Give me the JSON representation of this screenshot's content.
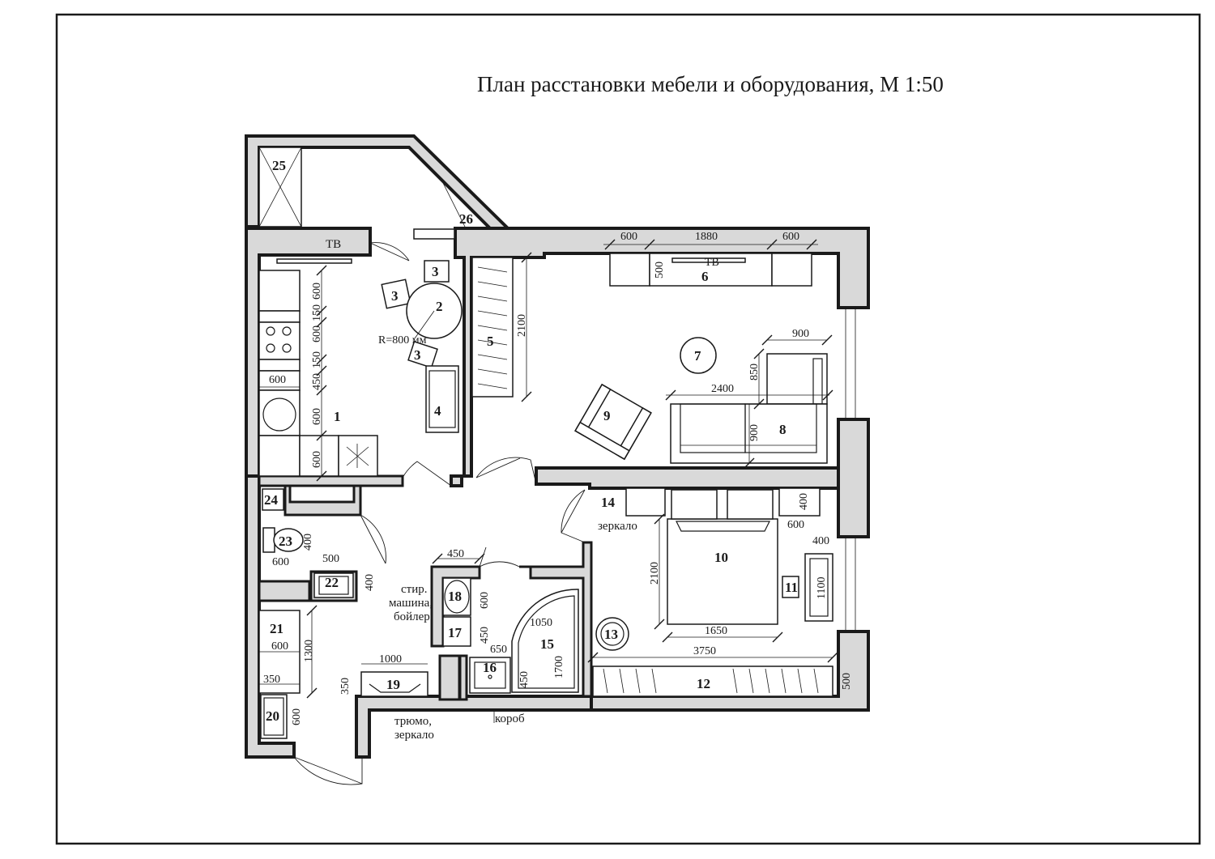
{
  "title": "План расстановки мебели и оборудования, М 1:50",
  "numbers": {
    "n1": "1",
    "n2": "2",
    "n3a": "3",
    "n3b": "3",
    "n3c": "3",
    "n4": "4",
    "n5": "5",
    "n6": "6",
    "n7": "7",
    "n8": "8",
    "n9": "9",
    "n10": "10",
    "n11": "11",
    "n12": "12",
    "n13": "13",
    "n14": "14",
    "n15": "15",
    "n16": "16",
    "n17": "17",
    "n18": "18",
    "n19": "19",
    "n20": "20",
    "n21": "21",
    "n22": "22",
    "n23": "23",
    "n24": "24",
    "n25": "25",
    "n26": "26"
  },
  "notes": {
    "tv_kitchen": "ТВ",
    "tv_living": "ТВ",
    "radius": "R=800 мм",
    "mirror": "зеркало",
    "washer_1": "стир.",
    "washer_2": "машина,",
    "washer_3": "бойлер",
    "trumo_1": "трюмо,",
    "trumo_2": "зеркало",
    "box": "короб"
  },
  "dims": {
    "d600a": "600",
    "d1880": "1880",
    "d600b": "600",
    "d500a": "500",
    "d2100a": "2100",
    "d900a": "900",
    "d850": "850",
    "d2400": "2400",
    "d900b": "900",
    "k600a": "600",
    "k150a": "150",
    "k600b": "600",
    "k150b": "150",
    "k450": "450",
    "k600c": "600",
    "k600d": "600",
    "k600e": "600",
    "d400a": "400",
    "d600c": "600",
    "d400b": "400",
    "d1100": "1100",
    "d2100b": "2100",
    "d1650": "1650",
    "d3750": "3750",
    "d500b": "500",
    "t400": "400",
    "t600": "600",
    "t500": "500",
    "t400b": "400",
    "d450a": "450",
    "d600d": "600",
    "d450b": "450",
    "d650": "650",
    "d1050": "1050",
    "d1700": "1700",
    "d450c": "450",
    "d1000": "1000",
    "d350a": "350",
    "h600": "600",
    "h1300": "1300",
    "h350": "350",
    "h600b": "600"
  }
}
